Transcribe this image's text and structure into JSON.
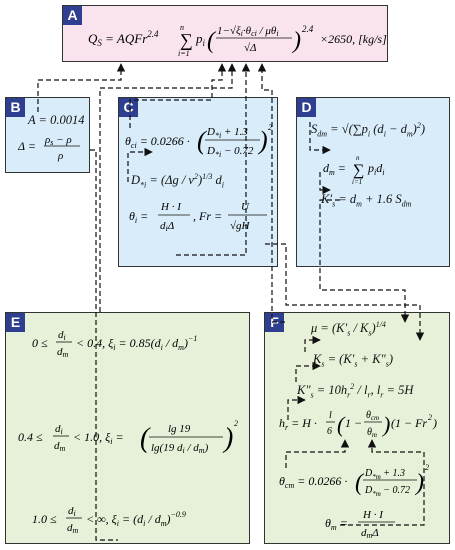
{
  "panels": {
    "A": {
      "label": "A",
      "color": "#f8e3ee",
      "equation": "Q_s = AQFr^{2.4} ∑_{i=1}^{n} p_i ( (1 − √ξ_i · θ_ci / μθ_i) / √Δ )^{2.4} × 2650, [kg/s]"
    },
    "B": {
      "label": "B",
      "color": "#d8ecf9",
      "equations": [
        "A = 0.0014",
        "Δ = (ρ_s − ρ) / ρ"
      ]
    },
    "C": {
      "label": "C",
      "color": "#d8ecf9",
      "equations": [
        "θ_ci = 0.0266 · ((D_*i + 1.3) / (D_*i − 0.72))^2",
        "D_*i = (Δg / ν^2)^{1/3} d_i",
        "θ_i = H·I / (d_i Δ),  Fr = U / √(gH)"
      ]
    },
    "D": {
      "label": "D",
      "color": "#d8ecf9",
      "equations": [
        "S_dm = √(∑ p_i (d_i − d_m)^2)",
        "d_m = ∑_{i=1}^{n} p_i d_i",
        "K'_s = d_m + 1.6 S_dm"
      ]
    },
    "E": {
      "label": "E",
      "color": "#e7f0d8",
      "equations": [
        "0 ≤ d_i/d_m < 0.4,  ξ_i = 0.85 (d_i/d_m)^{−1}",
        "0.4 ≤ d_i/d_m < 1.0,  ξ_i = (lg 19 / lg(19 d_i/d_m))^2",
        "1.0 ≤ d_i/d_m < ∞,  ξ_i = (d_i/d_m)^{−0.9}"
      ]
    },
    "F": {
      "label": "F",
      "color": "#e7f0d8",
      "equations": [
        "μ = (K'_s / K_s)^{1/4}",
        "K_s = (K'_s + K''_s)",
        "K''_s = 10 h_r^2 / l_r,  l_r = 5H",
        "h_r = H · l/6 (1 − θ_cm/θ_m)(1 − Fr^2)",
        "θ_cm = 0.0266 · ((D_*m + 1.3) / (D_*m − 0.72))^2",
        "θ_m = H·I / (d_m Δ)"
      ]
    }
  }
}
